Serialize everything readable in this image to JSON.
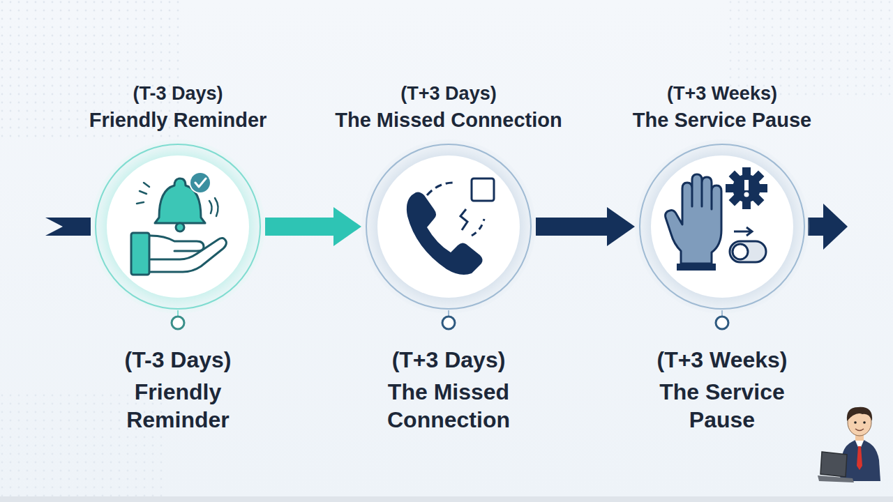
{
  "diagram": {
    "nodes": [
      {
        "text": [
          "(T-3 Days)",
          "Friendly Reminder",
          "(T-3 Days)",
          "Friendly Reminder"
        ]
      },
      {
        "text": [
          "(T+3 Days)",
          "The Missed Connection",
          "(T+3 Days)",
          "The Missed Connection"
        ]
      },
      {
        "text": [
          "(T+3 Weeks)",
          "The Service Pause",
          "(T+3 Weeks)",
          "The Service Pause"
        ]
      }
    ],
    "edges": [
      {
        "from": 0,
        "to": 1,
        "arrow": "to"
      },
      {
        "from": 1,
        "to": 2,
        "arrow": "to"
      }
    ]
  }
}
